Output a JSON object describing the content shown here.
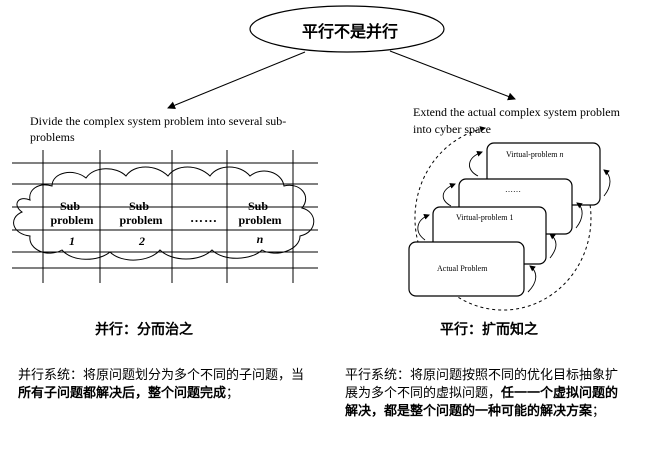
{
  "title": "平行不是并行",
  "left": {
    "description": "Divide the complex system problem into several sub-problems",
    "subproblems": [
      {
        "line1": "Sub-",
        "line2": "problem",
        "index": "1"
      },
      {
        "line1": "Sub-",
        "line2": "problem",
        "index": "2"
      },
      {
        "line1": "Sub-",
        "line2": "problem",
        "index": "n"
      }
    ],
    "ellipsis": "……",
    "caption": "并行：分而治之",
    "paragraph": {
      "normal1": "并行系统：将原问题划分为多个不同的子问题，当",
      "bold1": "所有子问题都解决后，整个问题完成",
      "normal2": "；"
    }
  },
  "right": {
    "description": "Extend the actual complex system problem into cyber space",
    "boxes": {
      "virtual_n_prefix": "Virtual-problem ",
      "virtual_n_suffix": "n",
      "ellipsis": "……",
      "virtual_1": "Virtual-problem 1",
      "actual": "Actual Problem"
    },
    "caption": "平行：扩而知之",
    "paragraph": {
      "normal1": "平行系统：将原问题按照不同的优化目标抽象扩展为多个不同的虚拟问题，",
      "bold1": "任一一个虚拟问题的解决，都是整个问题的一种可能的解决方案",
      "normal2": "；"
    }
  }
}
